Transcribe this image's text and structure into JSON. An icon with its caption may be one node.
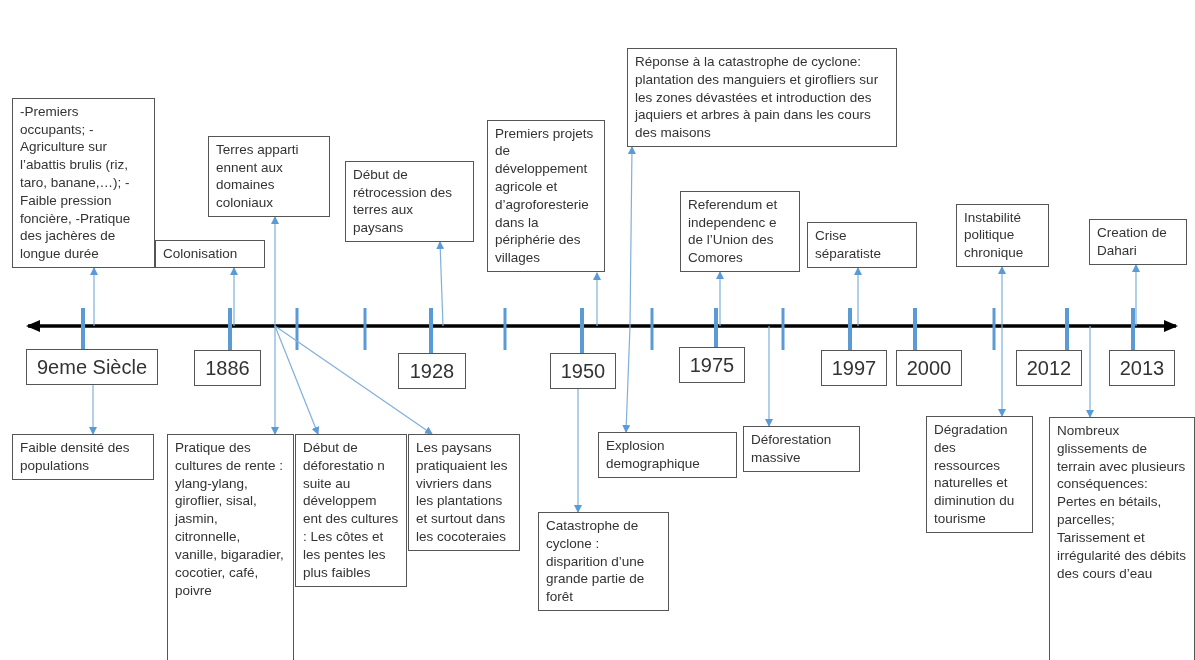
{
  "diagram": {
    "nodes": [
      {
        "text": [
          "-Premiers occupants; -Agriculture sur l’abattis brulis (riz, taro, banane,…); -Faible pression foncière, -Pratique des jachères de longue durée"
        ]
      },
      {
        "text": [
          "Colonisation"
        ]
      },
      {
        "text": [
          "Terres apparti ennent aux domaines coloniaux"
        ]
      },
      {
        "text": [
          "Début de rétrocession des terres aux paysans"
        ]
      },
      {
        "text": [
          "Premiers projets de développement agricole et d’agroforesterie dans la périphérie des villages"
        ]
      },
      {
        "text": [
          "Réponse à la catastrophe de cyclone: plantation des manguiers et girofliers sur les zones dévastées et introduction des jaquiers et arbres à pain dans les cours des maisons"
        ]
      },
      {
        "text": [
          "Referendum et independenc e de l’Union des Comores"
        ]
      },
      {
        "text": [
          "Crise séparatiste"
        ]
      },
      {
        "text": [
          "Instabilité politique chronique"
        ]
      },
      {
        "text": [
          "Creation de Dahari"
        ]
      },
      {
        "text": [
          "9eme Siècle"
        ]
      },
      {
        "text": [
          "1886"
        ]
      },
      {
        "text": [
          "1928"
        ]
      },
      {
        "text": [
          "1950"
        ]
      },
      {
        "text": [
          "1975"
        ]
      },
      {
        "text": [
          "1997"
        ]
      },
      {
        "text": [
          "2000"
        ]
      },
      {
        "text": [
          "2012"
        ]
      },
      {
        "text": [
          "2013"
        ]
      },
      {
        "text": [
          "Faible densité des populations"
        ]
      },
      {
        "text": [
          "Pratique des cultures de rente : ylang-ylang, giroflier, sisal, jasmin, citronnelle, vanille, bigaradier, cocotier, café, poivre"
        ]
      },
      {
        "text": [
          "Début de déforestatio n suite au développem ent des cultures : Les côtes et les pentes les plus faibles"
        ]
      },
      {
        "text": [
          "Les paysans pratiquaient les vivriers dans les plantations et surtout dans les cocoteraies"
        ]
      },
      {
        "text": [
          "Catastrophe de cyclone : disparition d’une grande partie de forêt"
        ]
      },
      {
        "text": [
          "Explosion demographique"
        ]
      },
      {
        "text": [
          "Déforestation massive"
        ]
      },
      {
        "text": [
          "Dégradation des ressources naturelles et diminution du tourisme"
        ]
      },
      {
        "text": [
          "Nombreux glissements de terrain avec plusieurs conséquences: Pertes en bétails, parcelles; Tarissement et irrégularité des débits des cours d’eau"
        ]
      },
      {
        "text": [],
        "shape": "arrow"
      }
    ],
    "edges": [
      {
        "from": 28,
        "to": 0,
        "arrow": "to"
      },
      {
        "from": 28,
        "to": 1,
        "arrow": "to"
      },
      {
        "from": 28,
        "to": 2,
        "arrow": "to"
      },
      {
        "from": 28,
        "to": 20,
        "arrow": "to"
      },
      {
        "from": 28,
        "to": 21,
        "arrow": "to"
      },
      {
        "from": 28,
        "to": 22,
        "arrow": "to"
      },
      {
        "from": 28,
        "to": 3,
        "arrow": "to"
      },
      {
        "from": 28,
        "to": 4,
        "arrow": "to"
      },
      {
        "from": 28,
        "to": 5,
        "arrow": "to"
      },
      {
        "from": 28,
        "to": 24,
        "arrow": "to"
      },
      {
        "from": 10,
        "to": 19,
        "arrow": "to"
      },
      {
        "from": 13,
        "to": 23,
        "arrow": "to"
      },
      {
        "from": 28,
        "to": 6,
        "arrow": "to"
      },
      {
        "from": 28,
        "to": 25,
        "arrow": "to"
      },
      {
        "from": 28,
        "to": 7,
        "arrow": "to"
      },
      {
        "from": 28,
        "to": 8,
        "arrow": "to"
      },
      {
        "from": 28,
        "to": 26,
        "arrow": "to"
      },
      {
        "from": 28,
        "to": 27,
        "arrow": "to"
      },
      {
        "from": 28,
        "to": 9,
        "arrow": "to"
      },
      {
        "from": 28,
        "to": 10,
        "arrow": "none",
        "style": "thick",
        "color": "#5b9bd5"
      },
      {
        "from": 28,
        "to": 11,
        "arrow": "none",
        "style": "thick",
        "color": "#5b9bd5"
      },
      {
        "from": 28,
        "to": 12,
        "arrow": "none",
        "style": "thick",
        "color": "#5b9bd5"
      },
      {
        "from": 28,
        "to": 13,
        "arrow": "none",
        "style": "thick",
        "color": "#5b9bd5"
      },
      {
        "from": 28,
        "to": 14,
        "arrow": "none",
        "style": "thick",
        "color": "#5b9bd5"
      },
      {
        "from": 28,
        "to": 15,
        "arrow": "none",
        "style": "thick",
        "color": "#5b9bd5"
      },
      {
        "from": 28,
        "to": 16,
        "arrow": "none",
        "style": "thick",
        "color": "#5b9bd5"
      },
      {
        "from": 28,
        "to": 17,
        "arrow": "none",
        "style": "thick",
        "color": "#5b9bd5"
      },
      {
        "from": 28,
        "to": 18,
        "arrow": "none",
        "style": "thick",
        "color": "#5b9bd5"
      }
    ]
  }
}
